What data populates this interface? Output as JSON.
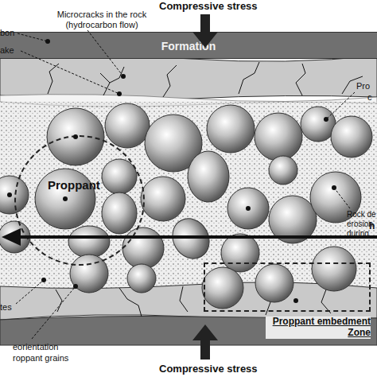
{
  "diagram": {
    "nodes": [
      {
        "text": [
          "Formation"
        ]
      },
      {
        "text": [
          "Proppant"
        ]
      },
      {
        "text": [
          "Proppant embedment Zone"
        ]
      }
    ],
    "labels": [
      "Microcracks in the rock (hydrocarbon flow)",
      "Compressive stress",
      "bon",
      "ake",
      "Pro",
      "c",
      "Rock de",
      "erosion",
      "during",
      "h",
      "tes",
      "eorientation",
      "roppant grains",
      "Compressive stress"
    ]
  }
}
